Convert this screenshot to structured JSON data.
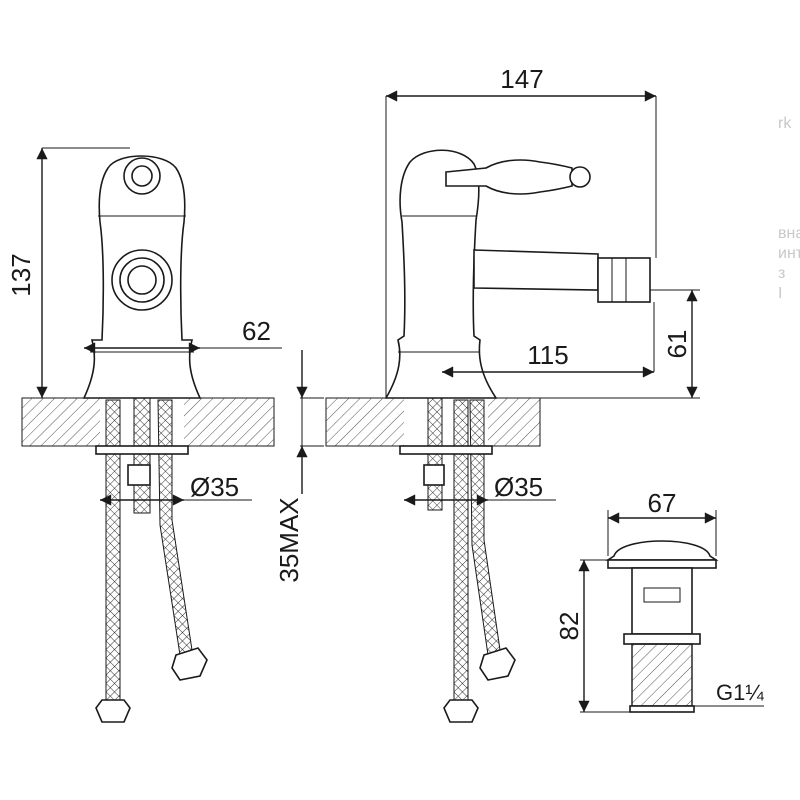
{
  "dimensions": {
    "height_total": "137",
    "base_width": "62",
    "hole_left": "Ø35",
    "hole_right": "Ø35",
    "counter_max": "35MAX",
    "length_total": "147",
    "spout_reach": "115",
    "spout_height": "61",
    "drain_width": "67",
    "drain_height": "82",
    "drain_thread": "G1¼"
  },
  "watermark": {
    "text": "rk",
    "side_lines": [
      "вна",
      "инта",
      "з",
      "I"
    ]
  },
  "colors": {
    "ink": "#1a1a1a",
    "hatch": "#555555",
    "watermark": "#c8c8c8"
  }
}
